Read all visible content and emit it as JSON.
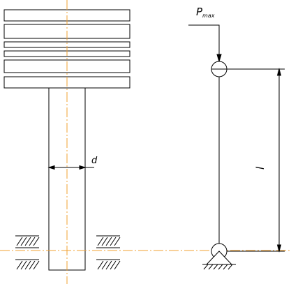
{
  "labels": {
    "force_main": "P",
    "force_sub": "max",
    "diameter": "d",
    "length": "l"
  },
  "colors": {
    "line": "#000000",
    "axis": "#f0a030",
    "background": "#ffffff"
  },
  "icons": [
    "hatching-icon",
    "pin-support-icon",
    "hinge-icon",
    "arrow-icon"
  ]
}
